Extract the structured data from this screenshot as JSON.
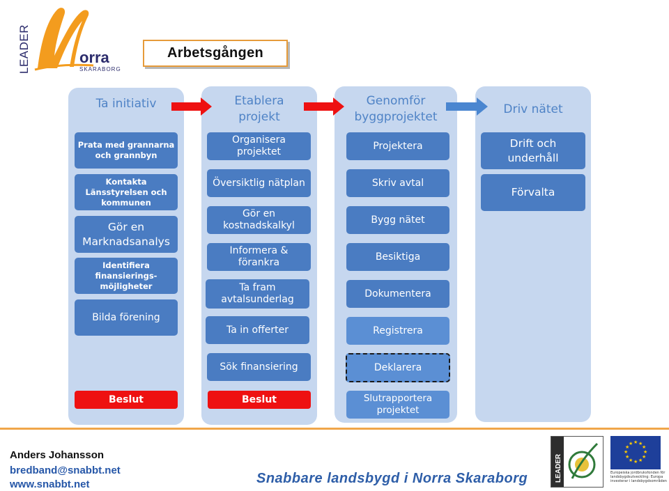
{
  "header": {
    "title": "Arbetsgången",
    "logo": {
      "main": "Norra",
      "sub": "SKARABORG",
      "side": "LEADER"
    }
  },
  "columns": [
    {
      "heading": "Ta initiativ",
      "steps": [
        "Prata med grannarna och grannbyn",
        "Kontakta Länsstyrelsen och kommunen",
        "Gör en Marknadsanalys",
        "Identifiera finansierings-möjligheter",
        "Bilda förening"
      ],
      "decision": "Beslut"
    },
    {
      "heading": "Etablera projekt",
      "steps": [
        "Organisera projektet",
        "Översiktlig nätplan",
        "Gör en kostnadskalkyl",
        "Informera & förankra",
        "Ta fram avtalsunderlag",
        "Ta in offerter",
        "Sök finansiering"
      ],
      "decision": "Beslut"
    },
    {
      "heading": "Genomför byggprojektet",
      "steps": [
        "Projektera",
        "Skriv avtal",
        "Bygg nätet",
        "Besiktiga",
        "Dokumentera",
        "Registrera",
        "Deklarera",
        "Slutrapportera projektet"
      ]
    },
    {
      "heading": "Driv nätet",
      "steps": [
        "Drift och underhåll",
        "Förvalta"
      ]
    }
  ],
  "arrows": [
    {
      "color": "#ee1111"
    },
    {
      "color": "#ee1111"
    },
    {
      "color": "#4a86d0"
    }
  ],
  "footer": {
    "author": "Anders Johansson",
    "email": "bredband@snabbt.net",
    "website": "www.snabbt.net",
    "slogan": "Snabbare landsbygd i Norra Skaraborg",
    "leader_badge": "LEADER",
    "eu_text": "Europeiska jordbruksfonden för landsbygdsutveckling: Europa investerar i landsbygdsområden"
  },
  "colors": {
    "column_bg": "#c6d7ef",
    "step_bg": "#4a7cc2",
    "decision_bg": "#ee1111",
    "heading_text": "#4f83c6",
    "accent_orange": "#f0a64a"
  }
}
